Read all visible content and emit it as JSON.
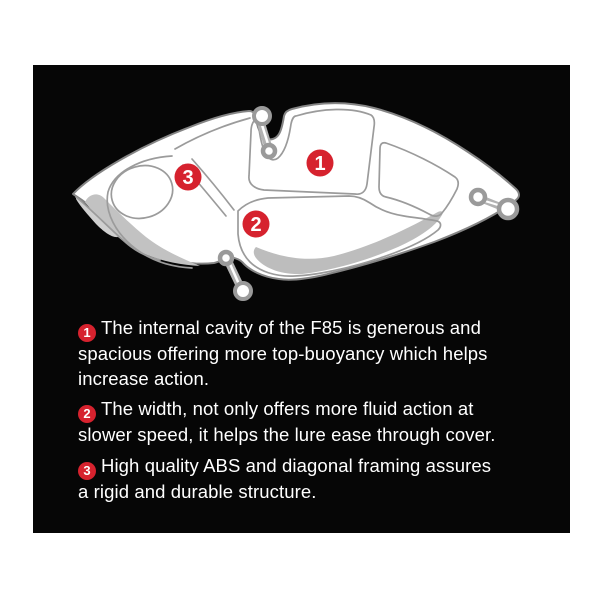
{
  "image_type": "product-feature-infographic",
  "subject": "F85 lipless crankbait lure internal structure cutaway",
  "colors": {
    "panel_background": "#060606",
    "page_background": "#ffffff",
    "accent_red": "#d6222e",
    "body_fill": "#ffffff",
    "outline_gray": "#858585",
    "inner_line_gray": "#9b9b9b",
    "shadow_gray": "#c2c2c2",
    "metal_gray": "#9a9a9a",
    "text_white": "#ffffff"
  },
  "diagram": {
    "name": "lure-cutaway-diagram",
    "markers": [
      {
        "label": "1"
      },
      {
        "label": "2"
      },
      {
        "label": "3"
      }
    ],
    "icons": [
      "line-tie-eyelet-icon",
      "belly-hook-eyelet-icon",
      "tail-hook-eyelet-icon"
    ]
  },
  "notes": [
    {
      "number": "1",
      "lines": [
        "The internal cavity of the F85 is generous and",
        "spacious offering more top-buoyancy which helps",
        "increase action."
      ]
    },
    {
      "number": "2",
      "lines": [
        "The width, not only offers more fluid action at",
        "slower speed, it helps the lure ease through cover."
      ]
    },
    {
      "number": "3",
      "lines": [
        "High quality ABS and diagonal framing assures",
        "a rigid and durable structure."
      ]
    }
  ]
}
